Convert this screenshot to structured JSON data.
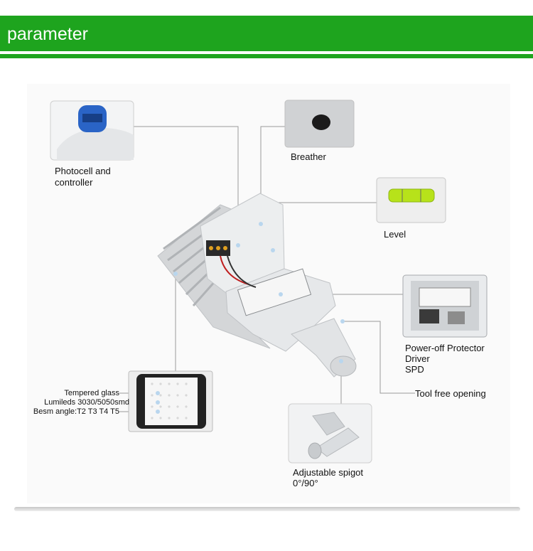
{
  "header": {
    "title": "parameter"
  },
  "labels": {
    "photocell": [
      "Photocell and",
      "controller"
    ],
    "breather": "Breather",
    "level": "Level",
    "power": [
      "Power-off Protector",
      "Driver",
      "SPD"
    ],
    "tool_free": "Tool free opening",
    "spigot": [
      "Adjustable spigot",
      "0°/90°"
    ],
    "glass": [
      "Tempered glass",
      "Lumileds 3030/5050smd",
      "Besm angle:T2 T3 T4 T5"
    ]
  },
  "colors": {
    "accent": "#1ea41e",
    "connector": "#9a9a9a",
    "dot": "#b9d6ee"
  }
}
